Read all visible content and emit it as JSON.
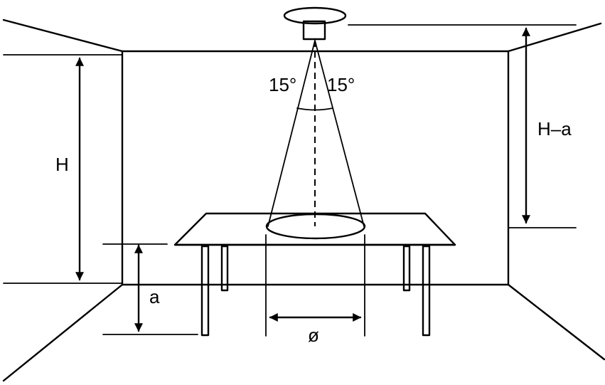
{
  "labels": {
    "angle_left": "15°",
    "angle_right": "15°",
    "height": "H",
    "height_minus_a": "H–a",
    "table_height": "a",
    "diameter": "ø"
  }
}
